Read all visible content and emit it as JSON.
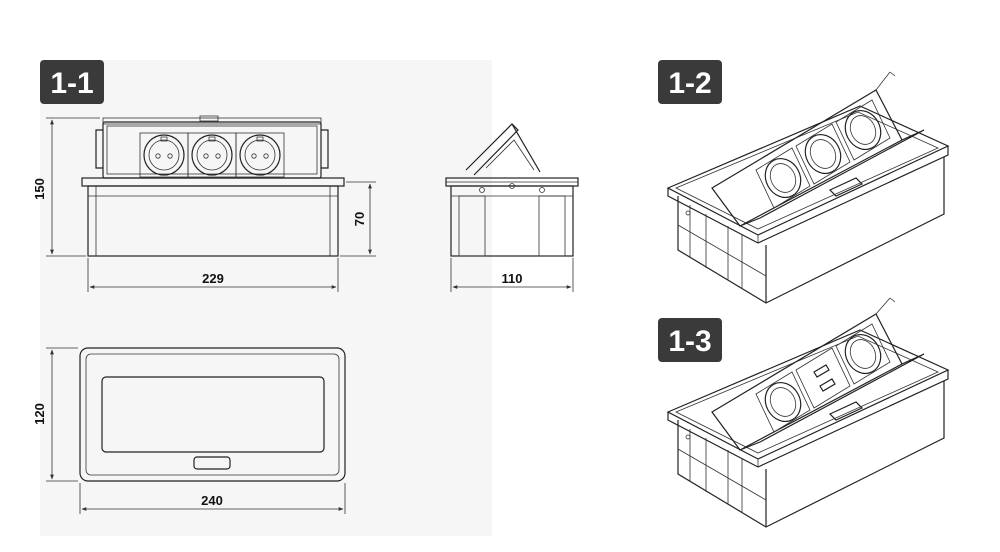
{
  "views": {
    "v11": {
      "label": "1-1"
    },
    "v12": {
      "label": "1-2"
    },
    "v13": {
      "label": "1-3"
    }
  },
  "dimensions": {
    "height_total": "150",
    "height_body": "70",
    "width_body": "229",
    "depth_side": "110",
    "width_top": "240",
    "depth_top": "120"
  },
  "colors": {
    "badge_bg": "#3a3a3a",
    "panel_bg": "#f6f6f6",
    "line": "#222222"
  }
}
